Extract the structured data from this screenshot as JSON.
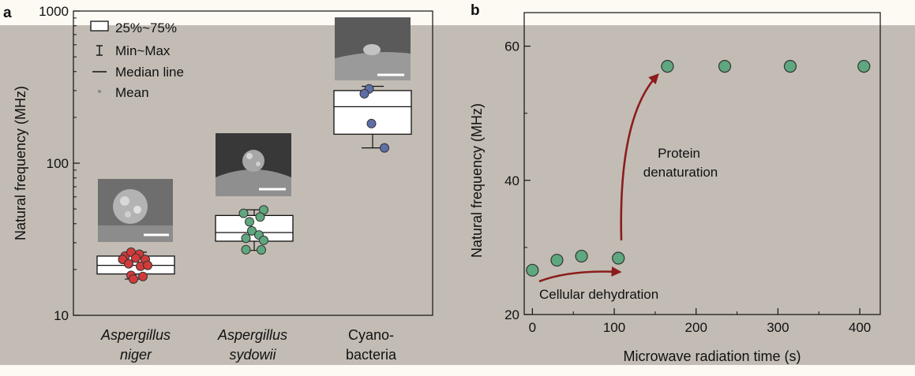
{
  "colors": {
    "band": "#c2bcb4",
    "page": "#fdfaf3",
    "niger": "#d23a3a",
    "sydowii": "#5fa77f",
    "cyano": "#5e6fa6",
    "arrow": "#8c1c1c"
  },
  "chart_data": [
    {
      "panel_label": "a",
      "type": "box",
      "title": "",
      "xlabel": "",
      "ylabel": "Natural frequency (MHz)",
      "yscale": "log",
      "ylim": [
        10,
        1000
      ],
      "yticks": [
        {
          "value": 10,
          "label": "10"
        },
        {
          "value": 100,
          "label": "100"
        },
        {
          "value": 1000,
          "label": "1000"
        }
      ],
      "categories": [
        {
          "line1": "Aspergillus",
          "line2": "niger",
          "italic": true
        },
        {
          "line1": "Aspergillus",
          "line2": "sydowii",
          "italic": true
        },
        {
          "line1": "Cyano-",
          "line2": "bacteria",
          "italic": false
        }
      ],
      "legend": {
        "placement": "top-left",
        "items": [
          "25%~75%",
          "Min~Max",
          "Median line",
          "Mean"
        ]
      },
      "series": [
        {
          "category_index": 0,
          "color": "#d23a3a",
          "box": {
            "q1": 18.7,
            "median": 21.3,
            "q3": 24.5,
            "min": 17.3,
            "max": 26.0
          },
          "points": [
            {
              "x": -0.09,
              "y": 24.5
            },
            {
              "x": -0.04,
              "y": 26.0
            },
            {
              "x": 0.03,
              "y": 25.2
            },
            {
              "x": -0.11,
              "y": 23.3
            },
            {
              "x": 0.0,
              "y": 23.8
            },
            {
              "x": 0.08,
              "y": 23.3
            },
            {
              "x": -0.06,
              "y": 21.8
            },
            {
              "x": 0.04,
              "y": 21.0
            },
            {
              "x": 0.1,
              "y": 21.3
            },
            {
              "x": -0.04,
              "y": 18.3
            },
            {
              "x": 0.06,
              "y": 18.0
            },
            {
              "x": -0.02,
              "y": 17.3
            }
          ]
        },
        {
          "category_index": 1,
          "color": "#5fa77f",
          "box": {
            "q1": 30.7,
            "median": 35.0,
            "q3": 45.3,
            "min": 26.7,
            "max": 49.4
          },
          "points": [
            {
              "x": -0.09,
              "y": 46.8
            },
            {
              "x": 0.08,
              "y": 49.3
            },
            {
              "x": -0.04,
              "y": 41.2
            },
            {
              "x": 0.05,
              "y": 44.3
            },
            {
              "x": -0.02,
              "y": 35.9
            },
            {
              "x": 0.04,
              "y": 33.7
            },
            {
              "x": -0.07,
              "y": 32.1
            },
            {
              "x": 0.08,
              "y": 31.1
            },
            {
              "x": -0.07,
              "y": 27.0
            },
            {
              "x": 0.06,
              "y": 26.9
            }
          ]
        },
        {
          "category_index": 2,
          "color": "#5e6fa6",
          "box": {
            "q1": 155,
            "median": 235,
            "q3": 300,
            "min": 126,
            "max": 320
          },
          "points": [
            {
              "x": -0.03,
              "y": 308
            },
            {
              "x": -0.07,
              "y": 286
            },
            {
              "x": -0.01,
              "y": 182
            },
            {
              "x": 0.1,
              "y": 126
            }
          ]
        }
      ]
    },
    {
      "panel_label": "b",
      "type": "scatter",
      "title": "",
      "xlabel": "Microwave radiation time (s)",
      "ylabel": "Natural frequency (MHz)",
      "xlim": [
        -10,
        425
      ],
      "ylim": [
        20,
        65
      ],
      "xticks": [
        0,
        100,
        200,
        300,
        400
      ],
      "yticks": [
        20,
        40,
        60
      ],
      "color": "#5fa77f",
      "x": [
        0,
        30,
        60,
        105,
        165,
        235,
        315,
        405
      ],
      "y": [
        26.6,
        28.1,
        28.7,
        28.4,
        57.0,
        57.0,
        57.0,
        57.0
      ],
      "annotations": [
        {
          "text": "Cellular dehydration"
        },
        {
          "lines": [
            "Protein",
            "denaturation"
          ]
        }
      ]
    }
  ]
}
